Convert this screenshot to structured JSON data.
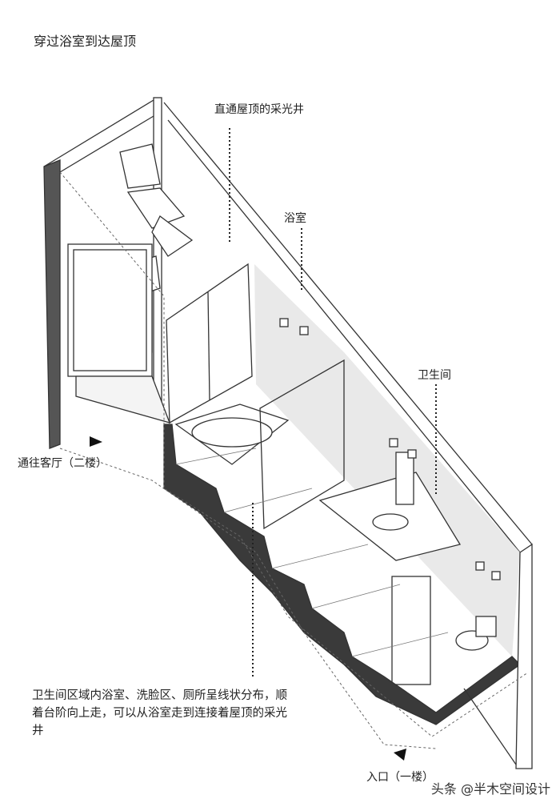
{
  "title": "穿过浴室到达屋顶",
  "labels": {
    "skylight": "直通屋顶的采光井",
    "bathroom": "浴室",
    "restroom": "卫生间",
    "to_living": "通往客厅（二楼）",
    "entrance": "入口（一楼）"
  },
  "note": "卫生间区域内浴室、洗脸区、厕所呈线状分布，顺着台阶向上走，可以从浴室走到连接着屋顶的采光井",
  "watermark": "头条 @半木空间设计"
}
